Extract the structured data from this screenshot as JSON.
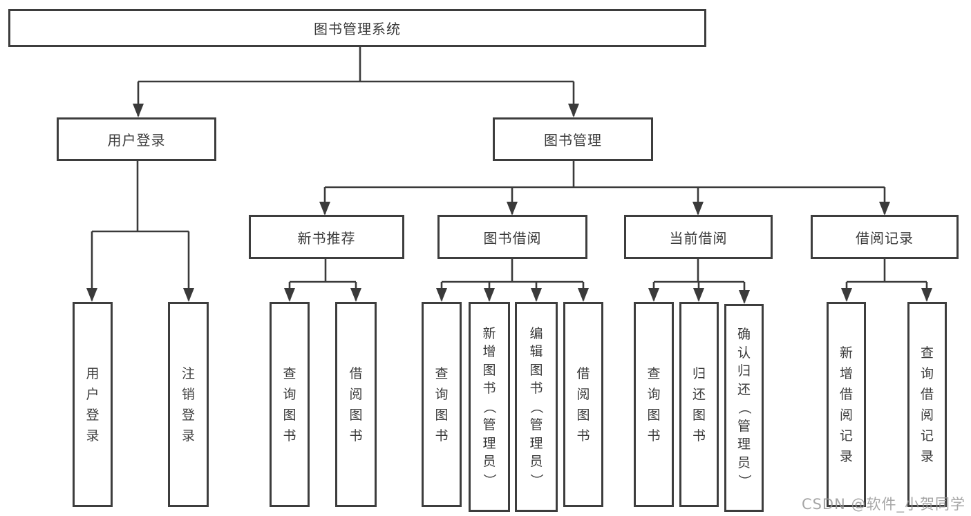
{
  "diagram_type": "hierarchy-tree",
  "tree": {
    "label": "图书管理系统",
    "children": [
      {
        "label": "用户登录",
        "children": [
          {
            "label": "用户登录"
          },
          {
            "label": "注销登录"
          }
        ]
      },
      {
        "label": "图书管理",
        "children": [
          {
            "label": "新书推荐",
            "children": [
              {
                "label": "查询图书"
              },
              {
                "label": "借阅图书"
              }
            ]
          },
          {
            "label": "图书借阅",
            "children": [
              {
                "label": "查询图书"
              },
              {
                "label": "新增图书（管理员）"
              },
              {
                "label": "编辑图书（管理员）"
              },
              {
                "label": "借阅图书"
              }
            ]
          },
          {
            "label": "当前借阅",
            "children": [
              {
                "label": "查询图书"
              },
              {
                "label": "归还图书"
              },
              {
                "label": "确认归还（管理员）"
              }
            ]
          },
          {
            "label": "借阅记录",
            "children": [
              {
                "label": "新增借阅记录"
              },
              {
                "label": "查询借阅记录"
              }
            ]
          }
        ]
      }
    ]
  },
  "colors": {
    "line": "#3a3a3a",
    "border": "#3d3d3d",
    "text": "#3a3a3a",
    "watermark": "#969696"
  },
  "watermark": "CSDN @软件_小贺同学"
}
